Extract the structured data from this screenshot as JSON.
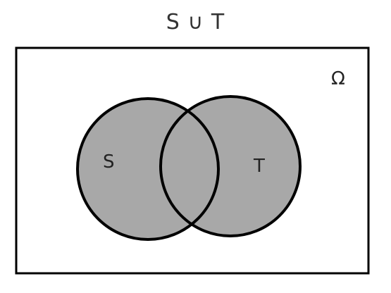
{
  "title": "S ∪ T",
  "universe_label": "Ω",
  "sets": [
    {
      "label": "S"
    },
    {
      "label": "T"
    }
  ],
  "shaded_region": "S ∪ T",
  "colors": {
    "fill": "#a8a8a8",
    "stroke": "#000000",
    "background": "#ffffff"
  }
}
